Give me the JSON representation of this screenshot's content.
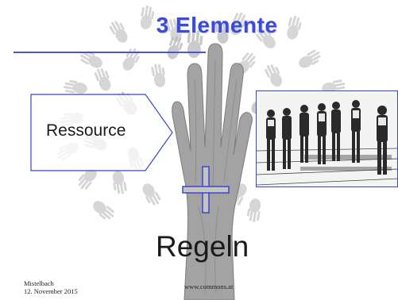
{
  "slide": {
    "title": "3 Elemente",
    "ressource_label": "Ressource",
    "regeln_label": "Regeln",
    "footer": {
      "location": "Mistelbach",
      "date": "12. November 2015",
      "url": "www.commons.at"
    },
    "images": {
      "background": "tree-of-hands-illustration",
      "photo": "people-in-field-sketch"
    },
    "colors": {
      "accent": "#3b4bd6",
      "box_border": "#3c46c8",
      "trunk": "#9a9a9a",
      "foliage": "#c8c8c8"
    }
  }
}
